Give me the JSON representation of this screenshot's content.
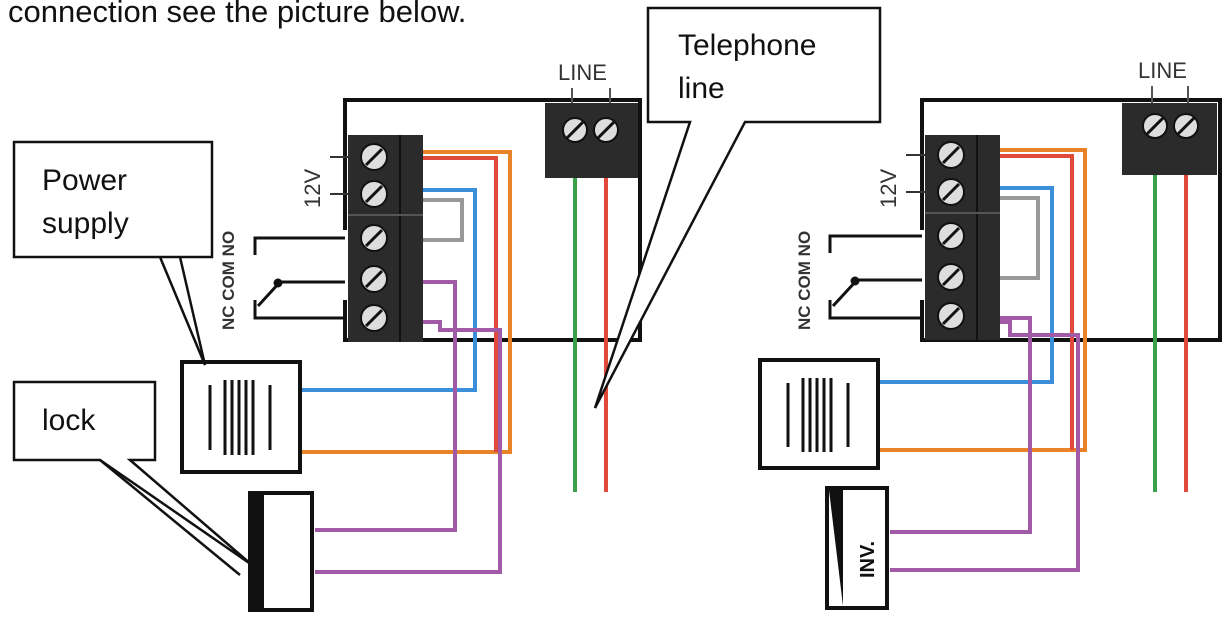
{
  "heading": "connection see the picture below.",
  "callouts": {
    "telephone_line": [
      "Telephone",
      "line"
    ],
    "power_supply": [
      "Power",
      "supply"
    ],
    "lock": "lock"
  },
  "diagrams": {
    "left": {
      "line_label": "LINE",
      "voltage_label": "12V",
      "relay_label": "NC COM NO"
    },
    "right": {
      "line_label": "LINE",
      "voltage_label": "12V",
      "relay_label": "NC COM NO",
      "lock_label": "INV."
    }
  },
  "colors": {
    "orange": "#e8832a",
    "red_wire": "#e04a3a",
    "blue": "#3a8fd8",
    "green": "#3aa04a",
    "purple": "#a05aa8",
    "terminal": "#2b2b2b"
  }
}
